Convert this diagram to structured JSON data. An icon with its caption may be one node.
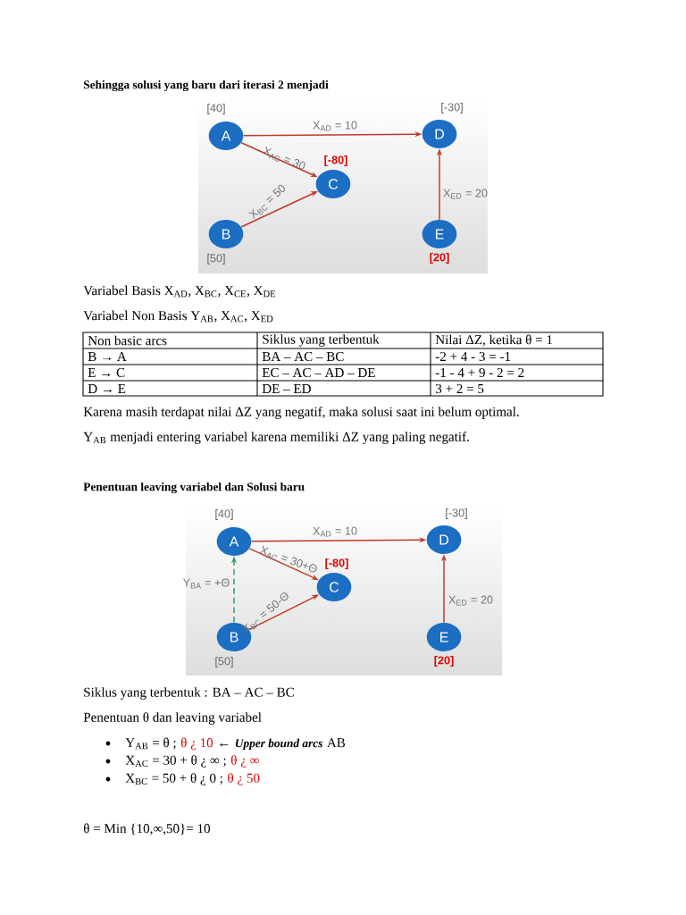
{
  "diagram": {
    "nodes": [
      {
        "text": [
          "A"
        ],
        "beside": [
          "[40]"
        ]
      },
      {
        "text": [
          "D"
        ],
        "beside": [
          "[-30]"
        ]
      },
      {
        "text": [
          "C"
        ],
        "beside": [
          "[-80]"
        ]
      },
      {
        "text": [
          "B"
        ],
        "beside": [
          "[50]"
        ]
      },
      {
        "text": [
          "E"
        ],
        "beside": [
          "[20]"
        ]
      },
      {
        "text": [
          "A"
        ],
        "beside": [
          "[40]"
        ]
      },
      {
        "text": [
          "D"
        ],
        "beside": [
          "[-30]"
        ]
      },
      {
        "text": [
          "C"
        ],
        "beside": [
          "[-80]"
        ]
      },
      {
        "text": [
          "B"
        ],
        "beside": [
          "[50]"
        ]
      },
      {
        "text": [
          "E"
        ],
        "beside": [
          "[20]"
        ]
      }
    ],
    "edges": [
      {
        "from": 0,
        "to": 1,
        "arrow": "to",
        "label": "X$_{AD}$ = 10"
      },
      {
        "from": 0,
        "to": 2,
        "arrow": "to",
        "label": "X$_{AC}$ = 30"
      },
      {
        "from": 3,
        "to": 2,
        "arrow": "to",
        "label": "X$_{BC}$ = 50"
      },
      {
        "from": 4,
        "to": 1,
        "arrow": "to",
        "label": "X$_{ED}$ = 20"
      },
      {
        "from": 5,
        "to": 6,
        "arrow": "to",
        "label": "X$_{AD}$ = 10"
      },
      {
        "from": 5,
        "to": 7,
        "arrow": "to",
        "label": "X$_{AC}$ = 30+Θ"
      },
      {
        "from": 8,
        "to": 5,
        "arrow": "to",
        "label": "Y$_{BA}$ = +Θ",
        "style": "dashed",
        "color": "#2e9e5b"
      },
      {
        "from": 8,
        "to": 7,
        "arrow": "to",
        "label": "X$_{BC}$ = 50-Θ"
      },
      {
        "from": 9,
        "to": 6,
        "arrow": "to",
        "label": "X$_{ED}$ = 20"
      }
    ],
    "labels": [
      "Sehingga solusi yang baru dari iterasi 2 menjadi",
      "Variabel Basis X$_{AD}$, X$_{BC}$, X$_{CE}$, X$_{DE}$",
      "Variabel Non Basis Y$_{AB}$, X$_{AC}$, X$_{ED}$",
      "Non basic arcs",
      "Siklus yang terbentuk",
      "Nilai ΔZ, ketika θ = 1",
      "B → A",
      "BA – AC – BC",
      "-2 + 4 - 3 = -1",
      "E → C",
      "EC – AC – AD – DE",
      "-1 - 4 + 9 - 2 = 2",
      "D → E",
      "DE – ED",
      "3 + 2 = 5",
      "Karena masih terdapat nilai ΔZ yang negatif, maka solusi saat ini belum optimal.",
      "Y$_{AB}$ menjadi entering variabel karena memiliki ΔZ yang paling negatif.",
      "Penentuan leaving variabel dan Solusi baru",
      "Siklus yang terbentuk : BA – AC – BC",
      "Penentuan θ dan leaving variabel",
      "Y$_{AB}$ = θ ;",
      "θ ¿ 10",
      "←",
      "Upper bound arcs",
      "AB",
      "X$_{AC}$ = 30 + θ ¿ ∞ ;",
      "θ ¿ ∞",
      "X$_{BC}$ = 50 + θ ¿ 0 ;",
      "θ ¿ 50",
      "θ = Min {10,∞,50}= 10"
    ]
  }
}
